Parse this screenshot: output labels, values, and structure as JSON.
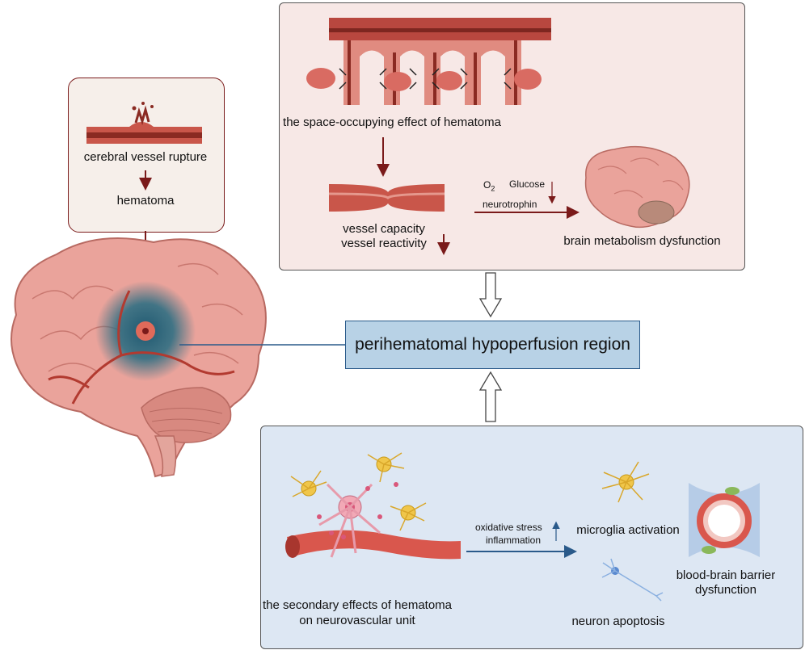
{
  "rupture_box": {
    "cause": "cerebral vessel rupture",
    "result": "hematoma"
  },
  "top_panel": {
    "space_effect": "the space-occupying effect of hematoma",
    "vessel_capacity": "vessel capacity",
    "vessel_reactivity": "vessel reactivity",
    "o2_label": "O",
    "o2_sub": "2",
    "glucose": "Glucose",
    "neurotrophin": "neurotrophin",
    "brain_dysfunction": "brain metabolism dysfunction"
  },
  "center": {
    "region": "perihematomal hypoperfusion region"
  },
  "bottom_panel": {
    "secondary_line1": "the secondary effects of hematoma",
    "secondary_line2": "on neurovascular unit",
    "oxidative": "oxidative stress",
    "inflammation": "inflammation",
    "microglia": "microglia activation",
    "neuron": "neuron apoptosis",
    "bbb_line1": "blood-brain barrier",
    "bbb_line2": "dysfunction"
  },
  "colors": {
    "dark_red": "#7a1a1a",
    "vessel": "#c9564a",
    "brain": "#e89a92",
    "hypoperfusion": "#2f6f83",
    "blue_line": "#2a5a8a"
  }
}
